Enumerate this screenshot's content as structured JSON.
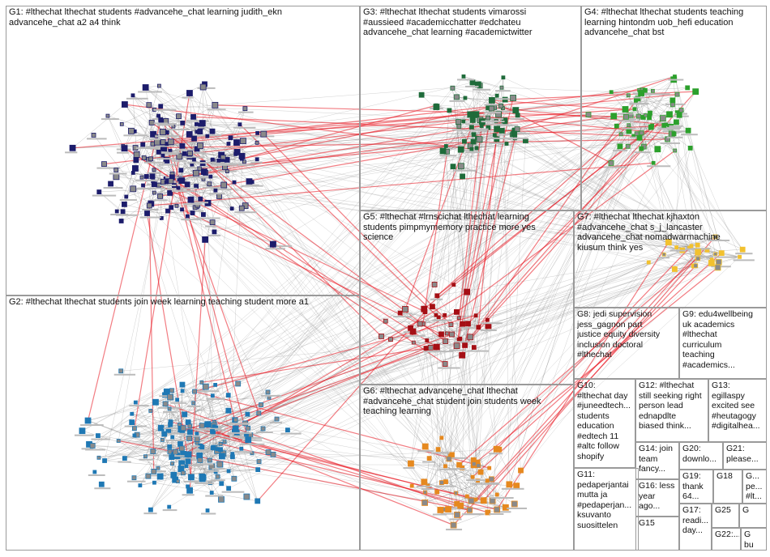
{
  "groups": [
    {
      "id": "G1",
      "label": "G1: #lthechat lthechat students #advancehe_chat learning judith_ekn\nadvancehe_chat a2 a4 think",
      "color": "#1c1c6b"
    },
    {
      "id": "G2",
      "label": "G2: #lthechat lthechat students join week learning teaching student more a1",
      "color": "#1f78b4"
    },
    {
      "id": "G3",
      "label": "G3: #lthechat lthechat students vimarossi\n#aussieed #academicchatter #edchateu\nadvancehe_chat learning #academictwitter",
      "color": "#1f6b3a"
    },
    {
      "id": "G4",
      "label": "G4: #lthechat lthechat students teaching\nlearning hintondm uob_hefi education\nadvancehe_chat bst",
      "color": "#2ca02c"
    },
    {
      "id": "G5",
      "label": "G5: #lthechat #lrnscichat lthechat learning\nstudents pimpmymemory practice more yes\nscience",
      "color": "#a50f15"
    },
    {
      "id": "G6",
      "label": "G6: #lthechat advancehe_chat lthechat\n#advancehe_chat student join students week\nteaching learning",
      "color": "#e6891f"
    },
    {
      "id": "G7",
      "label": "G7: #lthechat lthechat kjhaxton\n#advancehe_chat s_j_lancaster\nadvancehe_chat nomadwarmachine\nkiusum think yes",
      "color": "#f2c12e"
    },
    {
      "id": "G8",
      "label": "G8: jedi supervision\njess_gagnon part\njustice equity diversity\ninclusion doctoral\n#lthechat",
      "color": "#9aa63a"
    },
    {
      "id": "G9",
      "label": "G9: edu4wellbeing\nuk academics\n#lthechat\ncurriculum\nteaching\n#academics...",
      "color": "#d5a6d5"
    },
    {
      "id": "G10",
      "label": "G10:\n#lthechat day\n#juneedtech...\nstudents\neducation\n#edtech 11\n#altc follow\nshopify",
      "color": "#666666"
    },
    {
      "id": "G11",
      "label": "G11:\npedaperjantai\nmutta ja\n#pedaperjan...\nksuvanto\nsuosittelen",
      "color": "#7b4fa0"
    },
    {
      "id": "G12",
      "label": "G12: #lthechat\nstill seeking right\nperson lead\nednapdlte\nbiased think...",
      "color": "#444444"
    },
    {
      "id": "G13",
      "label": "G13:\negillaspy\nexcited see\n#heutagogy\n#digitalhea...",
      "color": "#b15928"
    },
    {
      "id": "G14",
      "label": "G14: join\nteam\nfancy...",
      "color": "#1f78b4"
    },
    {
      "id": "G15",
      "label": "G15",
      "color": "#2ca02c"
    },
    {
      "id": "G16",
      "label": "G16: less\nyear ago...",
      "color": "#1c1c6b"
    },
    {
      "id": "G17",
      "label": "G17:\nreadi...\nday...",
      "color": "#a50f15"
    },
    {
      "id": "G18",
      "label": "G18",
      "color": "#e6891f"
    },
    {
      "id": "G19",
      "label": "G19:\nthank\n64...",
      "color": "#666666"
    },
    {
      "id": "G20",
      "label": "G20:\ndownlo...",
      "color": "#1f6b3a"
    },
    {
      "id": "G21",
      "label": "G21:\nplease...",
      "color": "#c51b8a"
    },
    {
      "id": "G22",
      "label": "G22:...",
      "color": "#d62728"
    },
    {
      "id": "G23",
      "label": "G...\npe...\n#lt...",
      "color": "#7b4fa0"
    },
    {
      "id": "G24",
      "label": "G\nbu\nca",
      "color": "#6a3d9a"
    },
    {
      "id": "G25",
      "label": "G25",
      "color": "#1f78b4"
    },
    {
      "id": "G26",
      "label": "G",
      "color": "#444444"
    }
  ],
  "edge_colors": {
    "gray": "#7a7a7a",
    "red": "#e8111b"
  }
}
